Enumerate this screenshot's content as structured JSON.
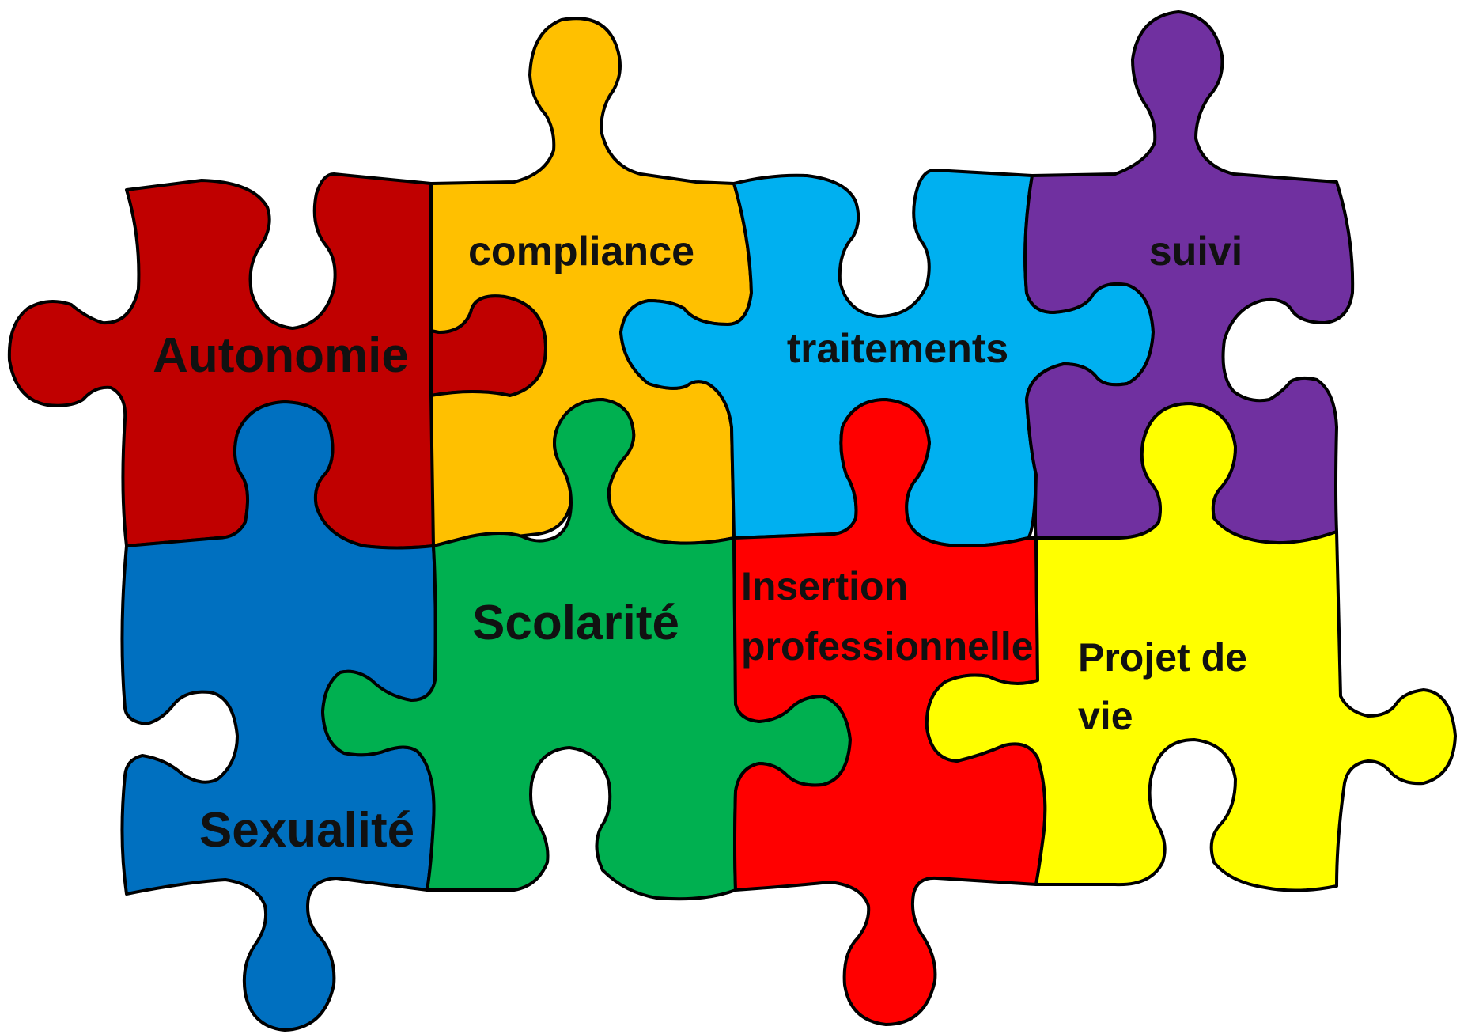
{
  "title_fragment": "",
  "pieces": [
    {
      "id": "autonomie",
      "label": "Autonomie",
      "color": "#C00000"
    },
    {
      "id": "compliance",
      "label": "compliance",
      "color": "#FFC000"
    },
    {
      "id": "traitements",
      "label": "traitements",
      "color": "#00B0F0"
    },
    {
      "id": "suivi",
      "label": "suivi",
      "color": "#7030A0"
    },
    {
      "id": "sexualite",
      "label": "Sexualité",
      "color": "#0070C0"
    },
    {
      "id": "scolarite",
      "label": "Scolarité",
      "color": "#00B050"
    },
    {
      "id": "insertion",
      "label_line1": "Insertion",
      "label_line2": "professionnelle",
      "color": "#FF0000"
    },
    {
      "id": "projet",
      "label_line1": "Projet de",
      "label_line2": "vie",
      "color": "#FFFF00"
    }
  ]
}
